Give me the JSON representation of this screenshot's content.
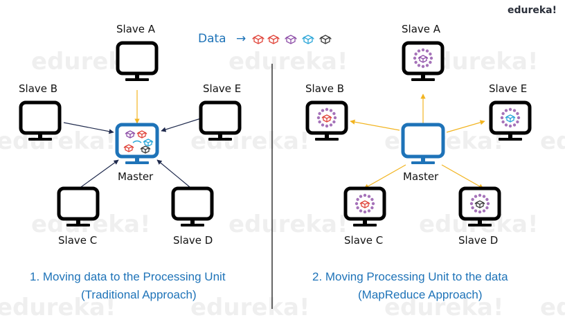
{
  "brand": "edureka!",
  "watermark": "edureka!",
  "data_label": "Data",
  "data_arrow": "→",
  "colors": {
    "accent_blue": "#1e73b8",
    "arrow_yellow": "#f2b420",
    "line_navy": "#1f2a4d",
    "box_red": "#e0443a",
    "box_purple": "#8e4fa8",
    "box_cyan": "#2aa6d8",
    "box_dark": "#3a3a3a"
  },
  "left": {
    "master": "Master",
    "slave_a": "Slave A",
    "slave_b": "Slave B",
    "slave_c": "Slave C",
    "slave_d": "Slave D",
    "slave_e": "Slave E",
    "caption_line1": "1.    Moving data to the Processing Unit",
    "caption_line2": "(Traditional Approach)"
  },
  "right": {
    "master": "Master",
    "slave_a": "Slave A",
    "slave_b": "Slave B",
    "slave_c": "Slave C",
    "slave_d": "Slave D",
    "slave_e": "Slave E",
    "caption_line1": "2. Moving Processing Unit  to the data",
    "caption_line2": "(MapReduce Approach)"
  }
}
